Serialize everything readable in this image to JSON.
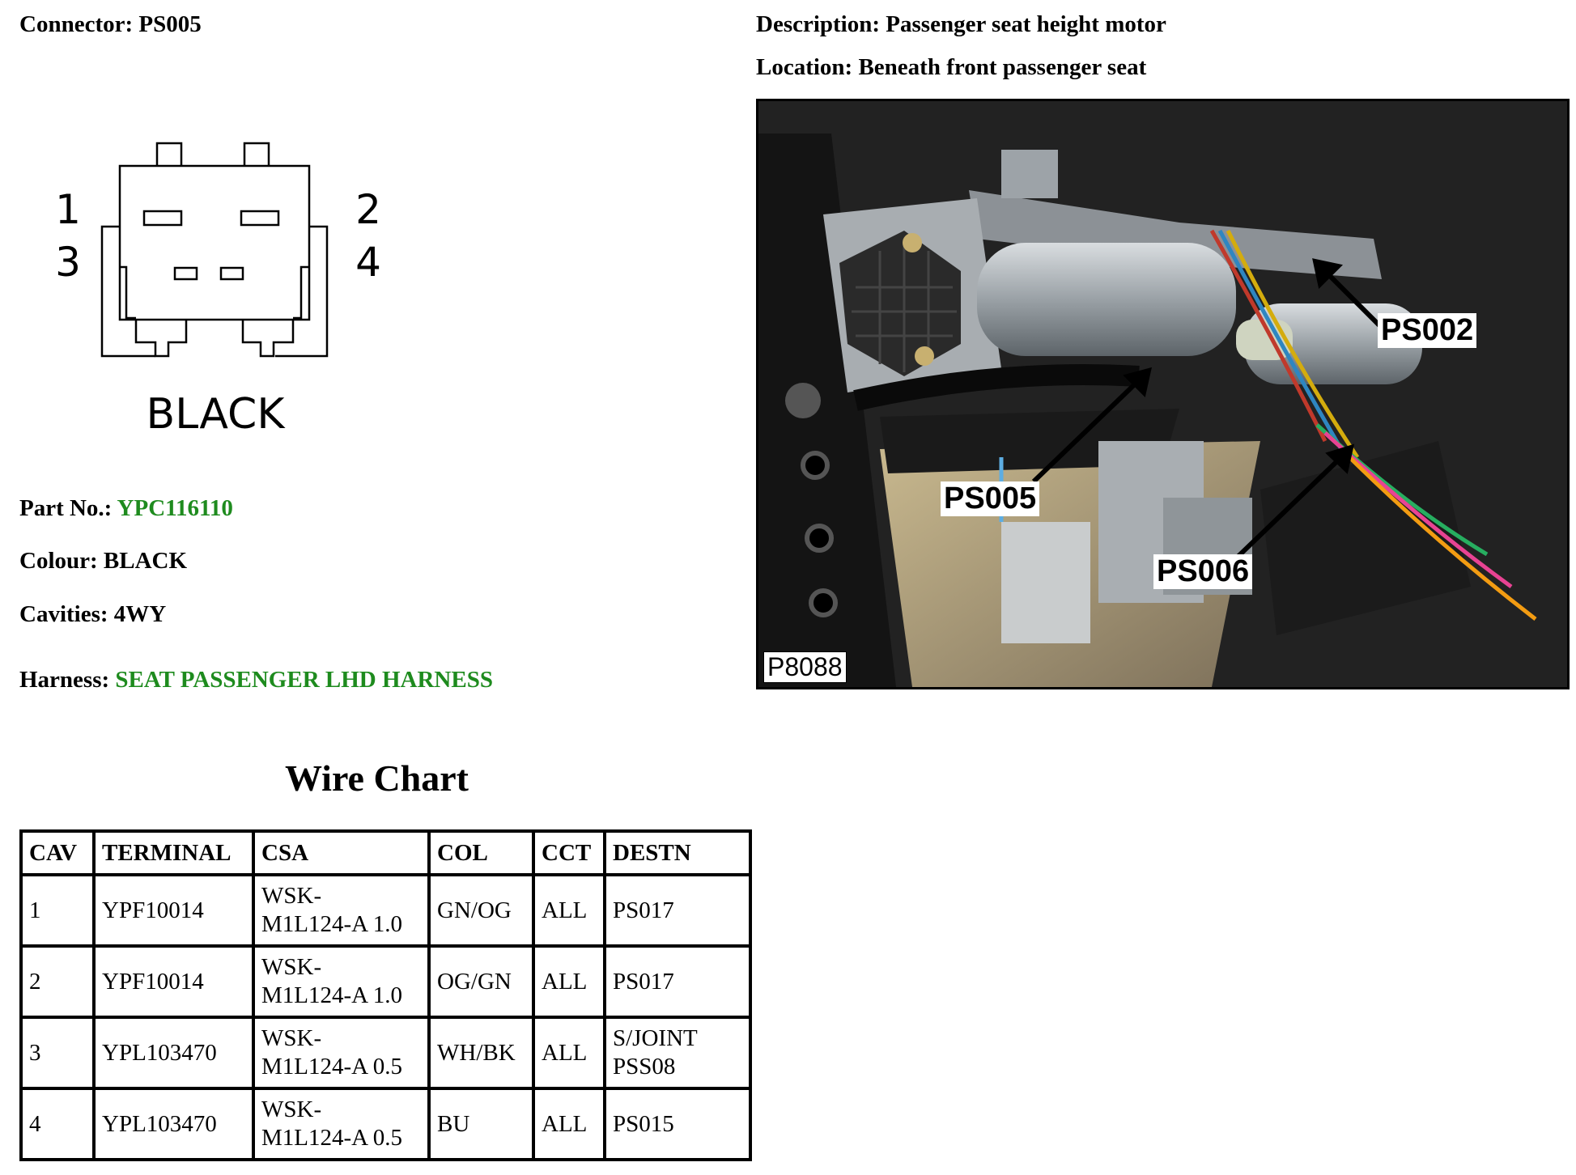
{
  "header": {
    "connector_label": "Connector:",
    "connector_value": "PS005",
    "description_label": "Description:",
    "description_value": "Passenger seat height motor",
    "location_label": "Location:",
    "location_value": "Beneath front passenger seat"
  },
  "diagram": {
    "pins": [
      "1",
      "2",
      "3",
      "4"
    ],
    "colour_caption": "BLACK"
  },
  "details": {
    "part_no_label": "Part No.:",
    "part_no_value": "YPC116110",
    "colour_label": "Colour:",
    "colour_value": "BLACK",
    "cavities_label": "Cavities:",
    "cavities_value": "4WY",
    "harness_label": "Harness:",
    "harness_value": "SEAT PASSENGER LHD HARNESS",
    "link_color": "#1e8b1e"
  },
  "photo": {
    "callouts": [
      "PS002",
      "PS005",
      "PS006"
    ],
    "figure_id": "P8088"
  },
  "wire_chart": {
    "title": "Wire Chart",
    "columns": [
      "CAV",
      "TERMINAL",
      "CSA",
      "COL",
      "CCT",
      "DESTN"
    ],
    "rows": [
      {
        "cav": "1",
        "terminal": "YPF10014",
        "csa_line1": "WSK-",
        "csa_line2": "M1L124-A 1.0",
        "col": "GN/OG",
        "cct": "ALL",
        "destn_line1": "PS017",
        "destn_line2": ""
      },
      {
        "cav": "2",
        "terminal": "YPF10014",
        "csa_line1": "WSK-",
        "csa_line2": "M1L124-A 1.0",
        "col": "OG/GN",
        "cct": "ALL",
        "destn_line1": "PS017",
        "destn_line2": ""
      },
      {
        "cav": "3",
        "terminal": "YPL103470",
        "csa_line1": "WSK-",
        "csa_line2": "M1L124-A 0.5",
        "col": "WH/BK",
        "cct": "ALL",
        "destn_line1": "S/JOINT",
        "destn_line2": "PSS08"
      },
      {
        "cav": "4",
        "terminal": "YPL103470",
        "csa_line1": "WSK-",
        "csa_line2": "M1L124-A 0.5",
        "col": "BU",
        "cct": "ALL",
        "destn_line1": "PS015",
        "destn_line2": ""
      }
    ]
  }
}
